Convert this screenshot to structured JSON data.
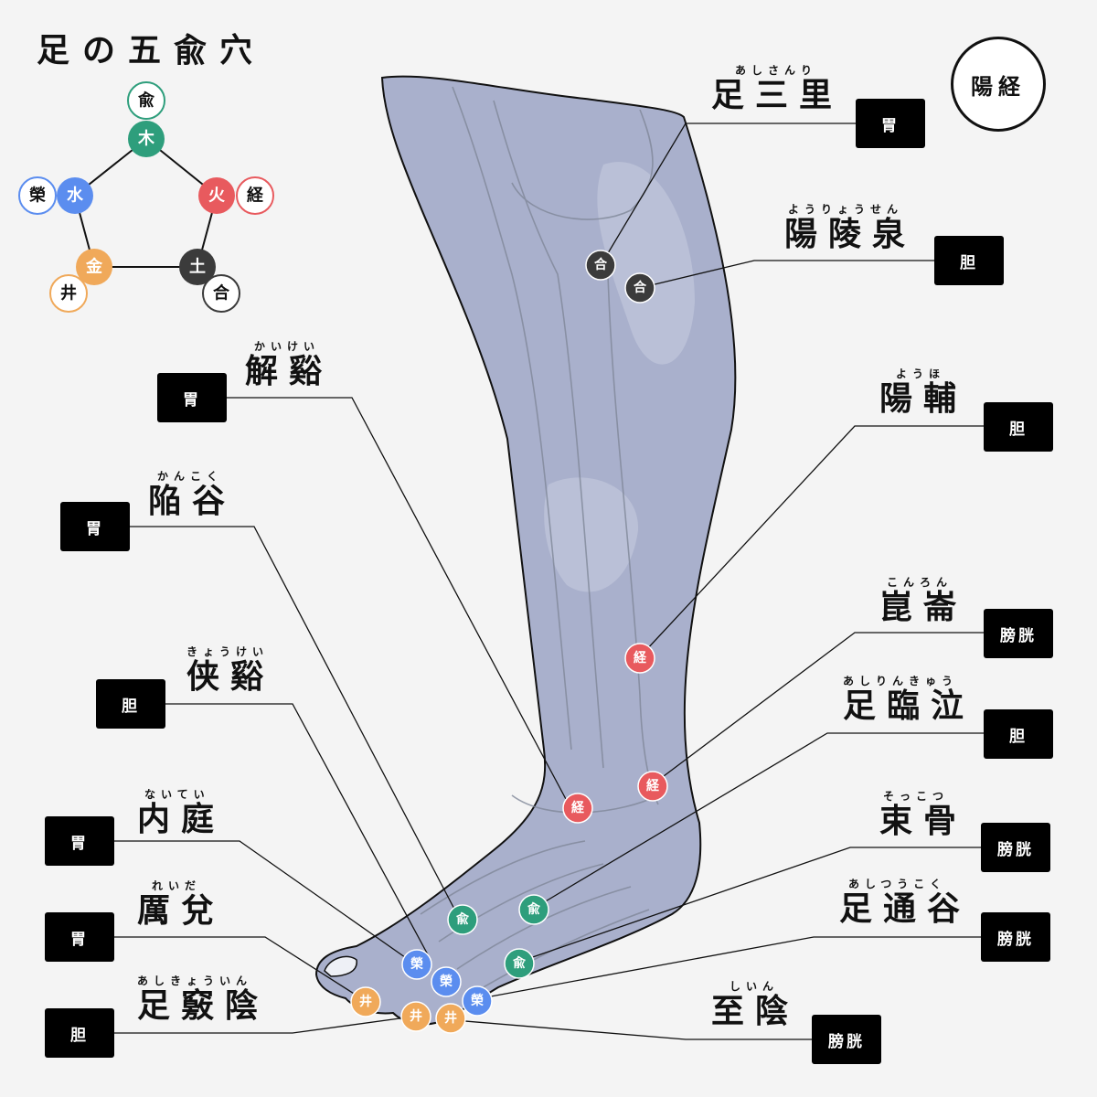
{
  "title": "足の五兪穴",
  "badge": "陽経",
  "legend": {
    "elements": [
      "木",
      "火",
      "土",
      "金",
      "水"
    ],
    "points": [
      "兪",
      "経",
      "合",
      "井",
      "榮"
    ]
  },
  "colors": {
    "wood": "#2e9e7c",
    "fire": "#e85a5e",
    "earth": "#3b3b3b",
    "metal": "#f0a95a",
    "water": "#5b8def",
    "leg": "#a9b0cc"
  },
  "points": [
    {
      "name": "足三里",
      "furigana": "あしさんり",
      "meridian": "胃"
    },
    {
      "name": "陽陵泉",
      "furigana": "ようりょうせん",
      "meridian": "胆"
    },
    {
      "name": "解谿",
      "furigana": "かいけい",
      "meridian": "胃"
    },
    {
      "name": "陽輔",
      "furigana": "ようほ",
      "meridian": "胆"
    },
    {
      "name": "陥谷",
      "furigana": "かんこく",
      "meridian": "胃"
    },
    {
      "name": "崑崙",
      "furigana": "こんろん",
      "meridian": "膀胱"
    },
    {
      "name": "侠谿",
      "furigana": "きょうけい",
      "meridian": "胆"
    },
    {
      "name": "足臨泣",
      "furigana": "あしりんきゅう",
      "meridian": "胆"
    },
    {
      "name": "内庭",
      "furigana": "ないてい",
      "meridian": "胃"
    },
    {
      "name": "束骨",
      "furigana": "そっこつ",
      "meridian": "膀胱"
    },
    {
      "name": "厲兌",
      "furigana": "れいだ",
      "meridian": "胃"
    },
    {
      "name": "足通谷",
      "furigana": "あしつうこく",
      "meridian": "膀胱"
    },
    {
      "name": "足竅陰",
      "furigana": "あしきょういん",
      "meridian": "胆"
    },
    {
      "name": "至陰",
      "furigana": "しいん",
      "meridian": "膀胱"
    }
  ]
}
